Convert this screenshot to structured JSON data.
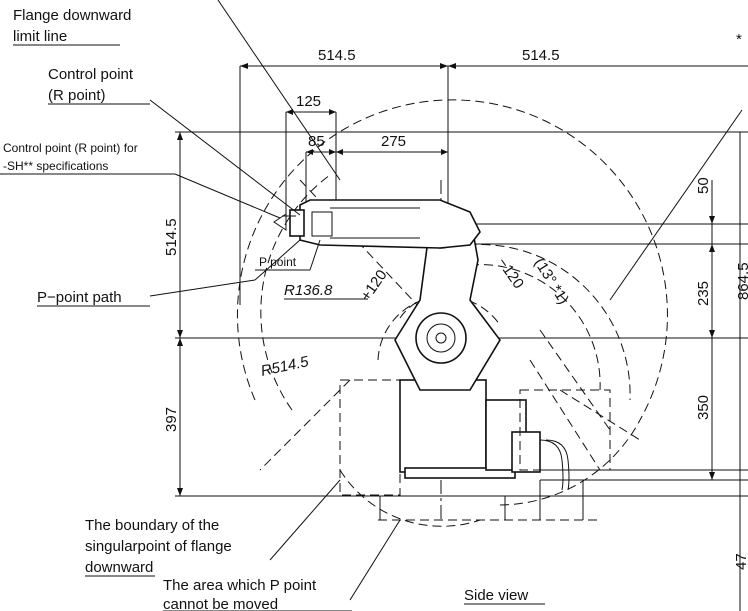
{
  "labels": {
    "flange_limit_1": "Flange downward",
    "flange_limit_2": "limit line",
    "control_point_1": "Control point",
    "control_point_2": "(R point)",
    "control_point_sh_1": "Control point (R point) for",
    "control_point_sh_2": "-SH** specifications",
    "p_point": "P point",
    "p_point_path": "P−point path",
    "boundary_1": "The boundary of the",
    "boundary_2": "singularpoint of flange",
    "boundary_3": "downward",
    "area_1": "The area which P point",
    "area_2": "cannot be moved",
    "side_view": "Side view",
    "top_right_star": "*"
  },
  "dimensions": {
    "top_left_width": "514.5",
    "top_right_width": "514.5",
    "offset_125": "125",
    "offset_85": "85",
    "offset_275": "275",
    "left_upper_height": "514.5",
    "left_lower_height": "397",
    "right_50": "50",
    "right_235": "235",
    "right_350": "350",
    "right_864_5": "864.5",
    "right_47": "47",
    "radius_small": "R136.8",
    "radius_large": "R514.5",
    "angle_plus": "+120",
    "angle_minus": "−120",
    "angle_limit": "(13° *1)"
  }
}
